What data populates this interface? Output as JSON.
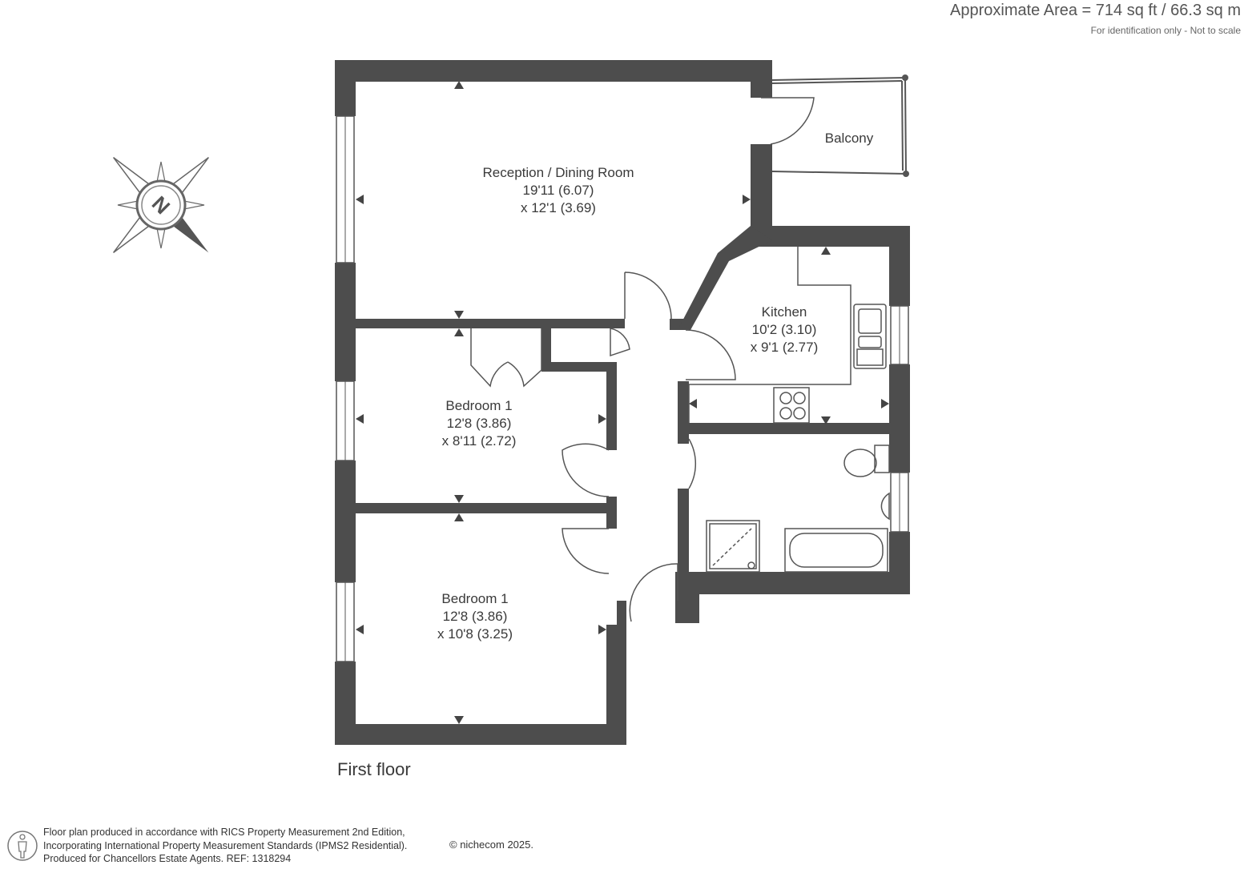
{
  "header": {
    "area": "Approximate Area = 714 sq ft / 66.3 sq m",
    "disclaimer": "For identification only - Not to scale"
  },
  "rooms": {
    "reception": {
      "name": "Reception / Dining Room",
      "dim1": "19'11 (6.07)",
      "dim2": "x 12'1 (3.69)"
    },
    "balcony": {
      "name": "Balcony"
    },
    "kitchen": {
      "name": "Kitchen",
      "dim1": "10'2 (3.10)",
      "dim2": "x 9'1 (2.77)"
    },
    "bedroom_a": {
      "name": "Bedroom 1",
      "dim1": "12'8 (3.86)",
      "dim2": "x 8'11 (2.72)"
    },
    "bedroom_b": {
      "name": "Bedroom 1",
      "dim1": "12'8 (3.86)",
      "dim2": "x 10'8 (3.25)"
    }
  },
  "floor_label": "First floor",
  "compass": {
    "icon": "north-compass-icon",
    "letter": "N"
  },
  "footer": {
    "line1": "Floor plan produced in accordance with RICS Property Measurement 2nd Edition,",
    "line2": "Incorporating International Property Measurement Standards (IPMS2 Residential).",
    "line3": "Produced for Chancellors Estate Agents.   REF:  1318294",
    "copyright": "© nichecom 2025."
  },
  "colors": {
    "wall": "#4d4d4d",
    "line": "#555555"
  }
}
